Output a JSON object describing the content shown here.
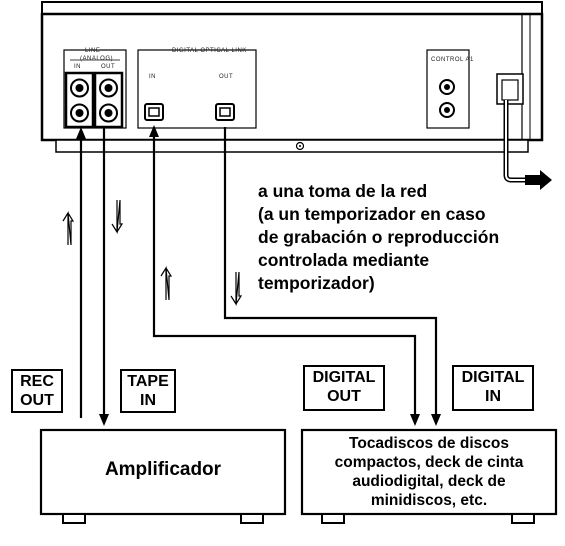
{
  "panel": {
    "line_title": "LINE",
    "line_sub": "(ANALOG)",
    "line_in": "IN",
    "line_out": "OUT",
    "digital_title": "DIGITAL OPTICAL LINK",
    "digital_in": "IN",
    "digital_out": "OUT",
    "control_title": "CONTROL A1"
  },
  "power_note": {
    "lines": [
      "a una toma de la red",
      "(a un temporizador en caso",
      "de grabación o reproducción",
      "controlada mediante",
      "temporizador)"
    ]
  },
  "labels": {
    "rec_out": [
      "REC",
      "OUT"
    ],
    "tape_in": [
      "TAPE",
      "IN"
    ],
    "digital_out": [
      "DIGITAL",
      "OUT"
    ],
    "digital_in": [
      "DIGITAL",
      "IN"
    ]
  },
  "amplifier": {
    "label": "Amplificador"
  },
  "digital_device": {
    "lines": [
      "Tocadiscos de discos",
      "compactos, deck de cinta",
      "audiodigital, deck de",
      "minidiscos, etc."
    ]
  }
}
